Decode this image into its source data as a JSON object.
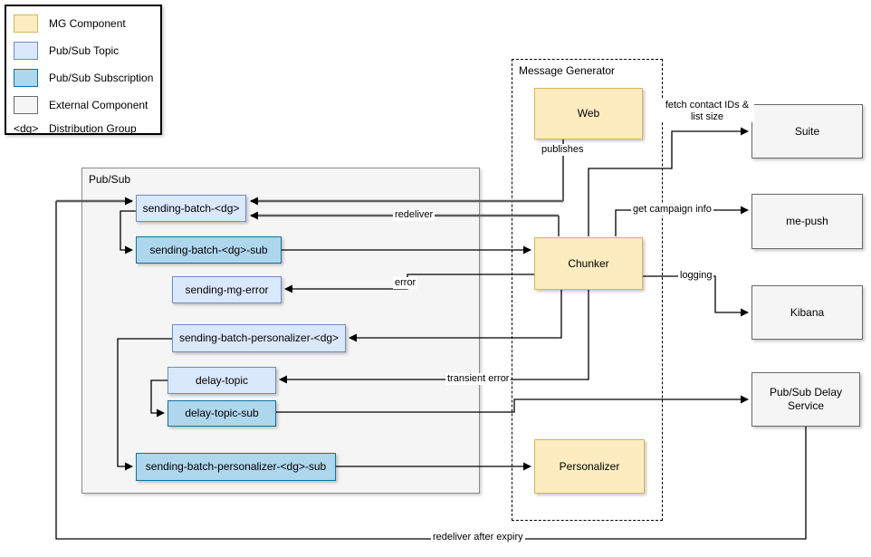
{
  "legend": {
    "items": [
      {
        "swatch": "mg",
        "label": "MG Component"
      },
      {
        "swatch": "topic",
        "label": "Pub/Sub Topic"
      },
      {
        "swatch": "subscription",
        "label": "Pub/Sub Subscription"
      },
      {
        "swatch": "external",
        "label": "External Component"
      },
      {
        "symbol": "<dg>",
        "label": "Distribution Group"
      }
    ]
  },
  "containers": {
    "pubsub": {
      "label": "Pub/Sub"
    },
    "message_generator": {
      "label": "Message Generator"
    }
  },
  "nodes": {
    "web": {
      "label": "Web",
      "type": "mg"
    },
    "chunker": {
      "label": "Chunker",
      "type": "mg"
    },
    "personalizer": {
      "label": "Personalizer",
      "type": "mg"
    },
    "suite": {
      "label": "Suite",
      "type": "external"
    },
    "me_push": {
      "label": "me-push",
      "type": "external"
    },
    "kibana": {
      "label": "Kibana",
      "type": "external"
    },
    "delay_service": {
      "label": "Pub/Sub Delay Service",
      "type": "external"
    },
    "sending_batch": {
      "label": "sending-batch-<dg>",
      "type": "topic"
    },
    "sending_batch_sub": {
      "label": "sending-batch-<dg>-sub",
      "type": "subscription"
    },
    "sending_mg_error": {
      "label": "sending-mg-error",
      "type": "topic"
    },
    "sending_batch_personalizer": {
      "label": "sending-batch-personalizer-<dg>",
      "type": "topic"
    },
    "delay_topic": {
      "label": "delay-topic",
      "type": "topic"
    },
    "delay_topic_sub": {
      "label": "delay-topic-sub",
      "type": "subscription"
    },
    "sending_batch_personalizer_sub": {
      "label": "sending-batch-personalizer-<dg>-sub",
      "type": "subscription"
    }
  },
  "edge_labels": {
    "publishes": "publishes",
    "fetch": "fetch contact IDs & list size",
    "campaign": "get campaign info",
    "logging": "logging",
    "redeliver": "redeliver",
    "error": "error",
    "transient": "transient error",
    "expiry": "redeliver after expiry"
  },
  "colors": {
    "mg_fill": "#fcecc0",
    "mg_stroke": "#d8b45a",
    "topic_fill": "#dae8fc",
    "topic_stroke": "#6c8ebf",
    "subscription_fill": "#aed6ec",
    "subscription_stroke": "#10739e",
    "external_fill": "#f5f5f5",
    "external_stroke": "#696969"
  }
}
